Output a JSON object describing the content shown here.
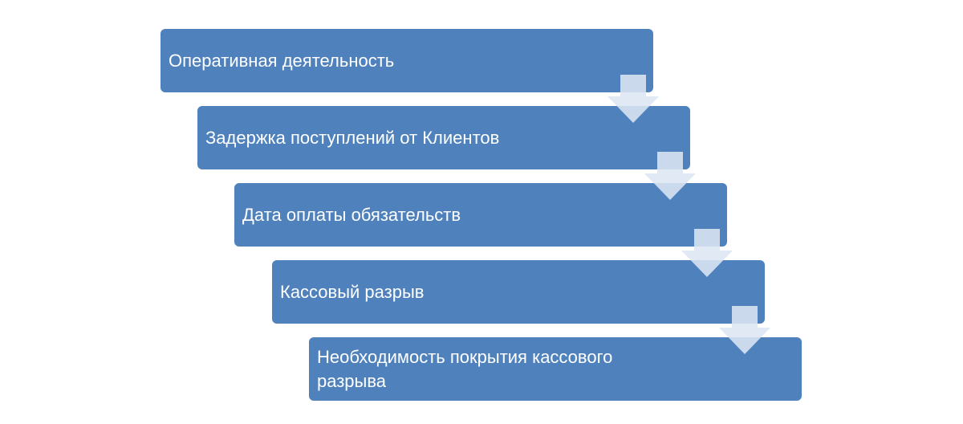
{
  "diagram": {
    "steps": [
      {
        "label": "Оперативная деятельность"
      },
      {
        "label": "Задержка поступлений от Клиентов"
      },
      {
        "label": "Дата оплаты обязательств"
      },
      {
        "label": "Кассовый разрыв"
      },
      {
        "label": "Необходимость покрытия кассового разрыва"
      }
    ]
  },
  "colors": {
    "box": "#4f81bd",
    "arrow": "#dce6f2",
    "text": "#ffffff"
  }
}
